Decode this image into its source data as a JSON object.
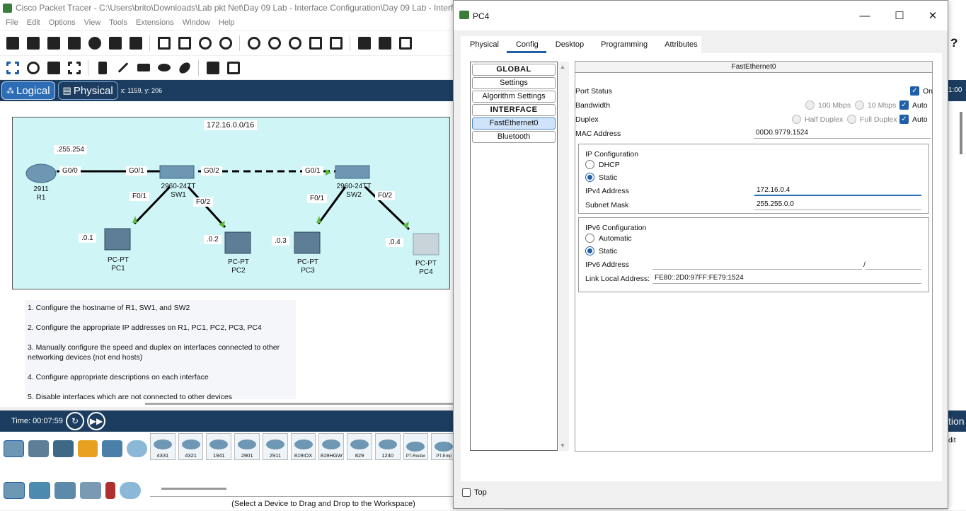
{
  "main": {
    "title": "Cisco Packet Tracer - C:\\Users\\brito\\Downloads\\Lab pkt Net\\Day 09 Lab - Interface Configuration\\Day 09 Lab - Interf",
    "menu": [
      "File",
      "Edit",
      "Options",
      "View",
      "Tools",
      "Extensions",
      "Window",
      "Help"
    ],
    "modes": {
      "logical": "Logical",
      "physical": "Physical"
    },
    "coords": "x: 1159, y: 206"
  },
  "topology": {
    "network": "172.16.0.0/16",
    "r1_ip": ".255.254",
    "labels": {
      "r1_g00": "G0/0",
      "sw1_g01": "G0/1",
      "sw1_g02": "G0/2",
      "sw2_g01": "G0/1",
      "sw1_f01": "F0/1",
      "sw1_f02": "F0/2",
      "sw2_f01": "F0/1",
      "sw2_f02": "F0/2"
    },
    "r1": {
      "model": "2911",
      "name": "R1"
    },
    "sw1": {
      "model": "2960-24TT",
      "name": "SW1"
    },
    "sw2": {
      "model": "2960-24TT",
      "name": "SW2"
    },
    "pcs": [
      {
        "ip": ".0.1",
        "model": "PC-PT",
        "name": "PC1"
      },
      {
        "ip": ".0.2",
        "model": "PC-PT",
        "name": "PC2"
      },
      {
        "ip": ".0.3",
        "model": "PC-PT",
        "name": "PC3"
      },
      {
        "ip": ".0.4",
        "model": "PC-PT",
        "name": "PC4"
      }
    ]
  },
  "instructions": [
    "1. Configure the hostname of R1, SW1, and SW2",
    "2. Configure the appropriate IP addresses on R1, PC1, PC2, PC3, PC4",
    "3. Manually configure the speed and duplex on interfaces connected to other networking devices (not end hosts)",
    "4. Configure appropriate descriptions on each interface",
    "5. Disable interfaces which are not connected to other devices"
  ],
  "timebar": {
    "time": "Time: 00:07:59"
  },
  "devices": [
    "4331",
    "4321",
    "1941",
    "2901",
    "2911",
    "819IOX",
    "819HGW",
    "829",
    "1240",
    "PT-Router",
    "PT-Emp"
  ],
  "hint": "(Select a Device to Drag and Drop to the Workspace)",
  "right_edge": {
    "clock": "1:00",
    "tion": "tion",
    "dit": "dit"
  },
  "dialog": {
    "title": "PC4",
    "tabs": [
      "Physical",
      "Config",
      "Desktop",
      "Programming",
      "Attributes"
    ],
    "list": {
      "global": "GLOBAL",
      "settings": "Settings",
      "algorithm": "Algorithm Settings",
      "interface": "INTERFACE",
      "fe0": "FastEthernet0",
      "bt": "Bluetooth"
    },
    "panel_title": "FastEthernet0",
    "port_status": {
      "label": "Port Status",
      "on": "On"
    },
    "bandwidth": {
      "label": "Bandwidth",
      "opt1": "100 Mbps",
      "opt2": "10 Mbps",
      "auto": "Auto"
    },
    "duplex": {
      "label": "Duplex",
      "opt1": "Half Duplex",
      "opt2": "Full Duplex",
      "auto": "Auto"
    },
    "mac": {
      "label": "MAC Address",
      "value": "00D0.9779.1524"
    },
    "ipv4": {
      "title": "IP Configuration",
      "dhcp": "DHCP",
      "static": "Static",
      "addr_label": "IPv4 Address",
      "addr": "172.16.0.4",
      "mask_label": "Subnet Mask",
      "mask": "255.255.0.0"
    },
    "ipv6": {
      "title": "IPv6 Configuration",
      "auto": "Automatic",
      "static": "Static",
      "addr_label": "IPv6 Address",
      "addr": "",
      "sep": "/",
      "prefix": "",
      "ll_label": "Link Local Address:",
      "ll": "FE80::2D0:97FF:FE79:1524"
    },
    "top": "Top"
  }
}
